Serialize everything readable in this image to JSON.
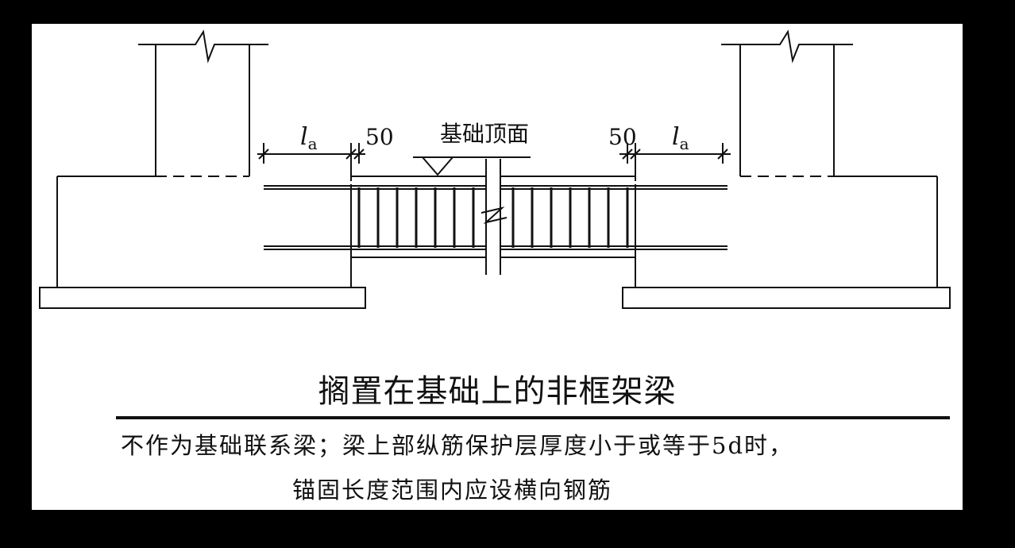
{
  "labels": {
    "la_left": "l",
    "la_left_sub": "a",
    "la_right": "l",
    "la_right_sub": "a",
    "dim_50_left": "50",
    "dim_50_right": "50",
    "foundation_top": "基础顶面"
  },
  "caption": {
    "title": "搁置在基础上的非框架梁",
    "note_line1": "不作为基础联系梁；梁上部纵筋保护层厚度小于或等于5d时，",
    "note_line2": "锚固长度范围内应设横向钢筋"
  },
  "colors": {
    "background": "#000000",
    "paper": "#ffffff",
    "ink": "#111111"
  }
}
